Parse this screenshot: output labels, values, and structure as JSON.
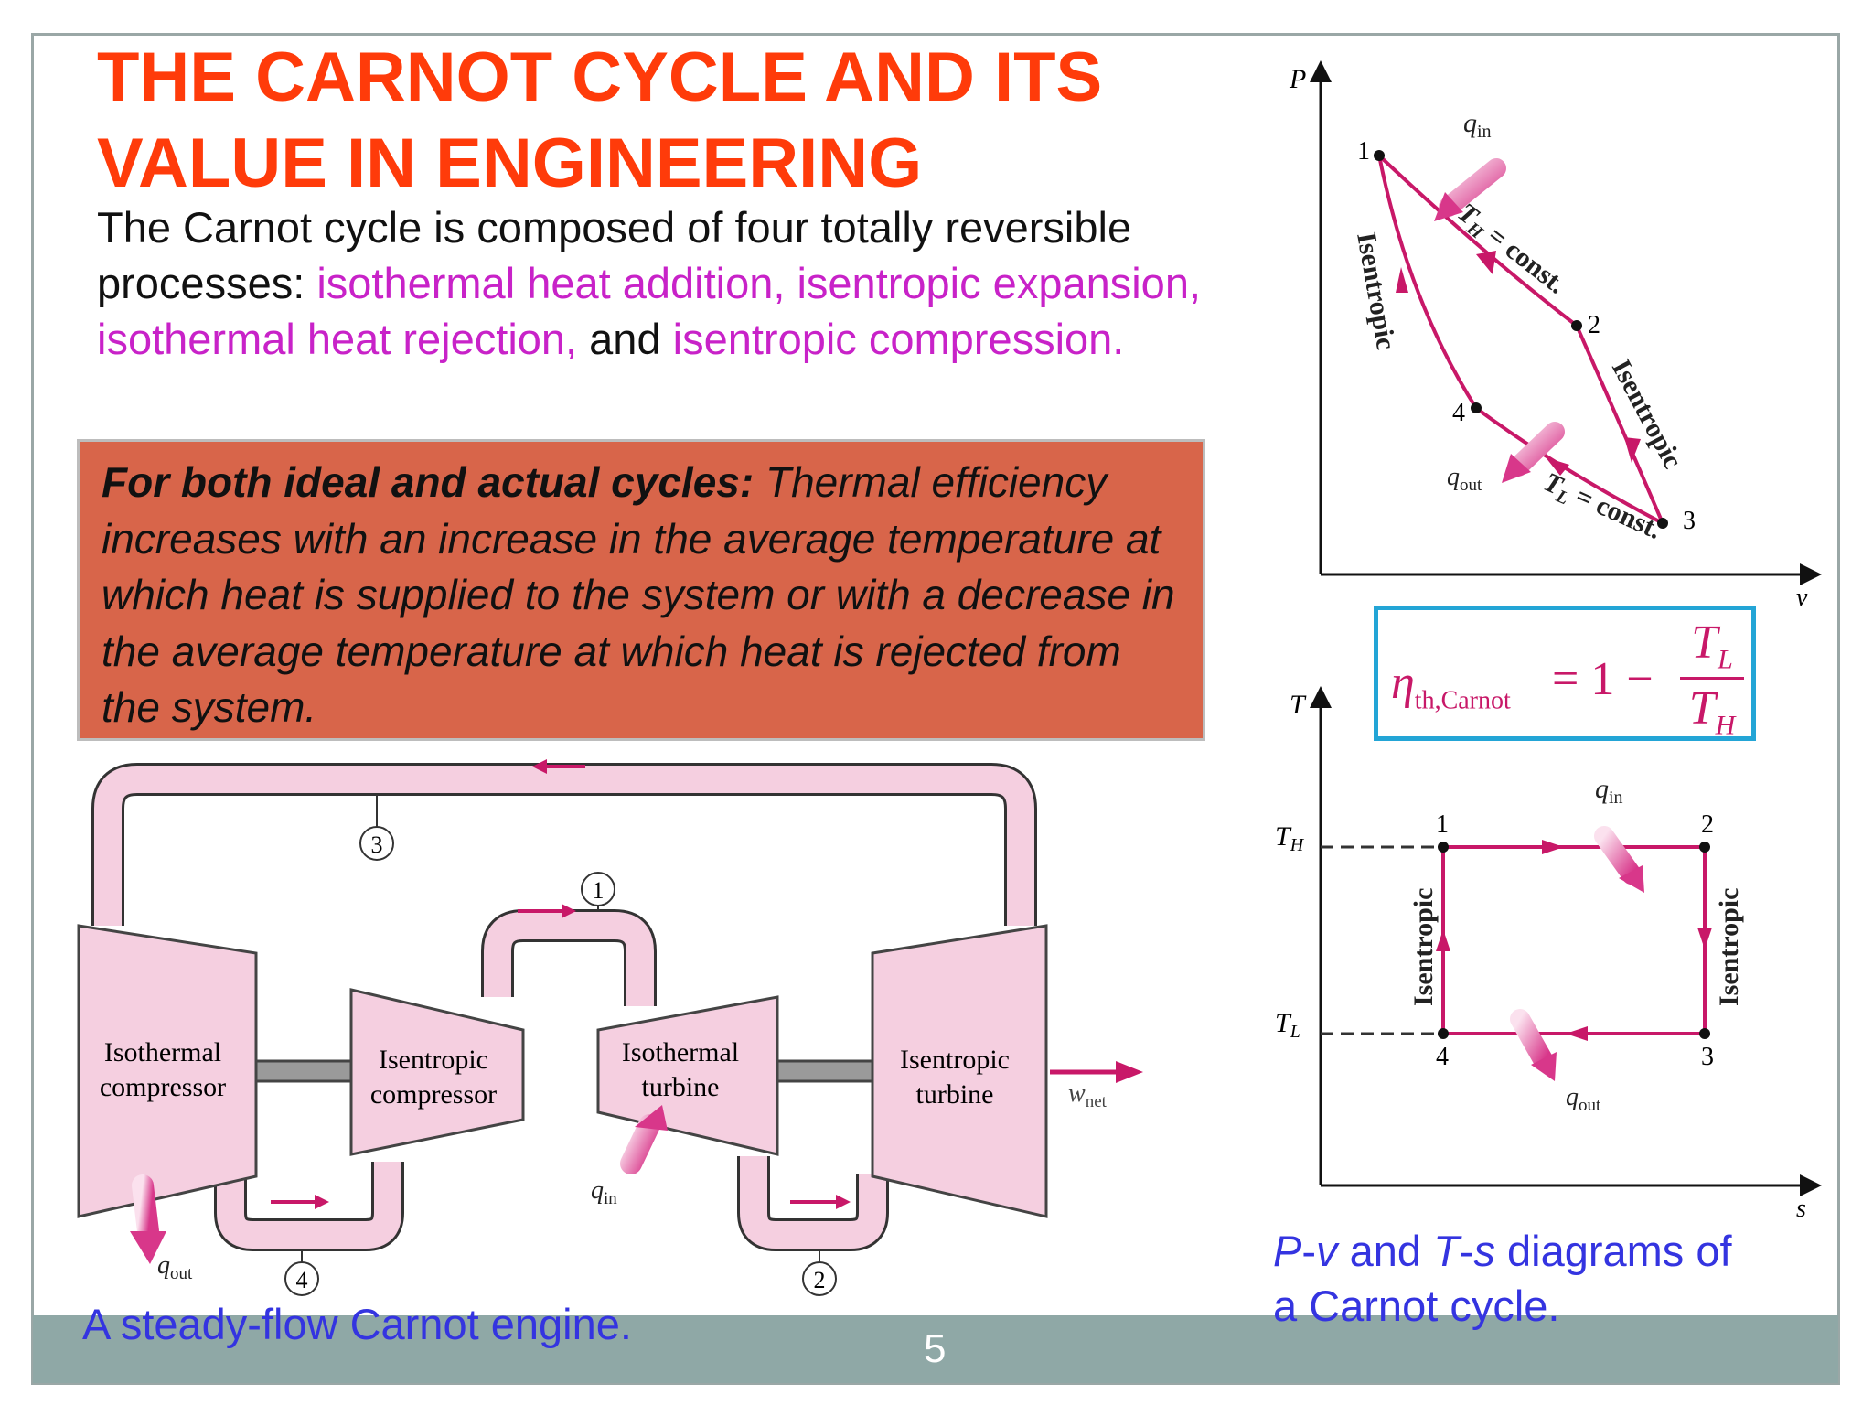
{
  "slide": {
    "title_line1": "THE CARNOT CYCLE AND ITS",
    "title_line2": "VALUE IN ENGINEERING",
    "intro_black1": "The Carnot cycle is composed of four totally reversible processes: ",
    "intro_pink1": "isothermal heat addition, isentropic expansion, isothermal heat rejection,",
    "intro_black2": " and ",
    "intro_pink2": "isentropic compression.",
    "callout_bold": "For both ideal and actual cycles:",
    "callout_text": " Thermal efficiency increases with an increase in the average temperature at which heat is supplied to the system or with a decrease in the average temperature at which heat is rejected from the system.",
    "caption_left": "A steady-flow Carnot engine.",
    "caption_right_pv_p": "P",
    "caption_right_pv_v": "v",
    "caption_right_and": " and ",
    "caption_right_ts_t": "T",
    "caption_right_ts_s": "s",
    "caption_right_rest": " diagrams of",
    "caption_right_line2": "a Carnot cycle.",
    "page_number": "5"
  },
  "formula": {
    "eta": "η",
    "eta_sub": "th,Carnot",
    "eq": "= 1 −",
    "num": "T",
    "num_sub": "L",
    "den": "T",
    "den_sub": "H"
  },
  "pv_diagram": {
    "y_axis": "P",
    "x_axis": "v",
    "points": [
      "1",
      "2",
      "3",
      "4"
    ],
    "q_in": "q",
    "q_in_sub": "in",
    "q_out": "q",
    "q_out_sub": "out",
    "top_line": "T",
    "top_line_sub": "H",
    "top_line_rest": " = const.",
    "bottom_line": "T",
    "bottom_line_sub": "L",
    "bottom_line_rest": " = const.",
    "left_label": "Isentropic",
    "right_label": "Isentropic"
  },
  "ts_diagram": {
    "y_axis": "T",
    "x_axis": "s",
    "t_high": "T",
    "t_high_sub": "H",
    "t_low": "T",
    "t_low_sub": "L",
    "points": [
      "1",
      "2",
      "3",
      "4"
    ],
    "q_in": "q",
    "q_in_sub": "in",
    "q_out": "q",
    "q_out_sub": "out",
    "left_label": "Isentropic",
    "right_label": "Isentropic"
  },
  "engine": {
    "isothermal_compressor": [
      "Isothermal",
      "compressor"
    ],
    "isentropic_compressor": [
      "Isentropic",
      "compressor"
    ],
    "isothermal_turbine": [
      "Isothermal",
      "turbine"
    ],
    "isentropic_turbine": [
      "Isentropic",
      "turbine"
    ],
    "states": [
      "1",
      "2",
      "3",
      "4"
    ],
    "q_in": "q",
    "q_in_sub": "in",
    "q_out": "q",
    "q_out_sub": "out",
    "w_net": "w",
    "w_net_sub": "net"
  },
  "colors": {
    "title": "#ff3b0a",
    "highlight": "#c822c8",
    "callout_bg": "#d8654a",
    "caption": "#3434e0",
    "diagram_line": "#c81868",
    "formula_border": "#23a5d6",
    "footer": "#8fa8a6",
    "device_fill": "#f5cfe0"
  }
}
